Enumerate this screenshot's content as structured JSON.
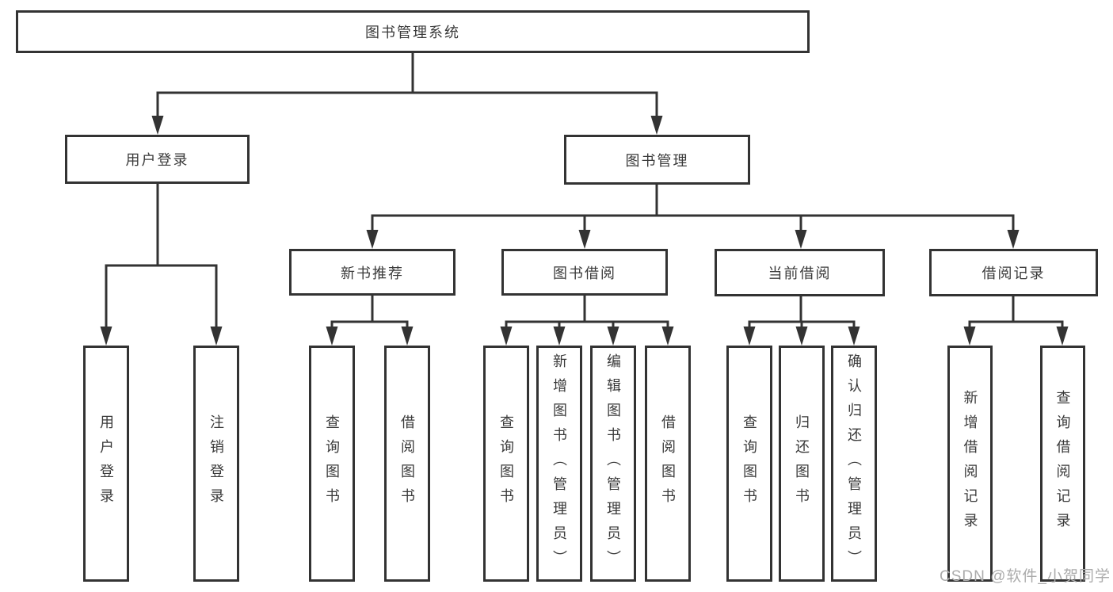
{
  "tree": {
    "label": "图书管理系统",
    "children": [
      {
        "label": "用户登录",
        "children": [
          {
            "label": "用户登录"
          },
          {
            "label": "注销登录"
          }
        ]
      },
      {
        "label": "图书管理",
        "children": [
          {
            "label": "新书推荐",
            "children": [
              {
                "label": "查询图书"
              },
              {
                "label": "借阅图书"
              }
            ]
          },
          {
            "label": "图书借阅",
            "children": [
              {
                "label": "查询图书"
              },
              {
                "label": "新增图书（管理员）"
              },
              {
                "label": "编辑图书（管理员）"
              },
              {
                "label": "借阅图书"
              }
            ]
          },
          {
            "label": "当前借阅",
            "children": [
              {
                "label": "查询图书"
              },
              {
                "label": "归还图书"
              },
              {
                "label": "确认归还（管理员）"
              }
            ]
          },
          {
            "label": "借阅记录",
            "children": [
              {
                "label": "新增借阅记录"
              },
              {
                "label": "查询借阅记录"
              }
            ]
          }
        ]
      }
    ]
  },
  "watermark": "CSDN @软件_小贺同学",
  "colors": {
    "line": "#333333",
    "box_border": "#333333",
    "text": "#3a3a3a",
    "watermark": "#ababab",
    "background": "#ffffff"
  }
}
